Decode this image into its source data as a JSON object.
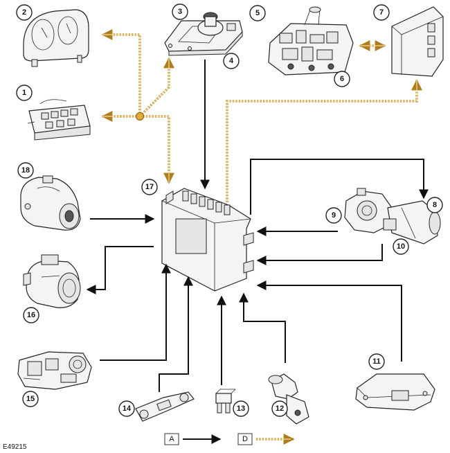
{
  "figure_id": "E49215",
  "callouts": [
    "1",
    "2",
    "3",
    "4",
    "5",
    "6",
    "7",
    "8",
    "9",
    "10",
    "11",
    "12",
    "13",
    "14",
    "15",
    "16",
    "17",
    "18"
  ],
  "legend": {
    "a": "A",
    "d": "D"
  },
  "colors": {
    "signal": "#111111",
    "can_bus": "#b07d1e",
    "can_bus_core": "#f3df9a"
  }
}
